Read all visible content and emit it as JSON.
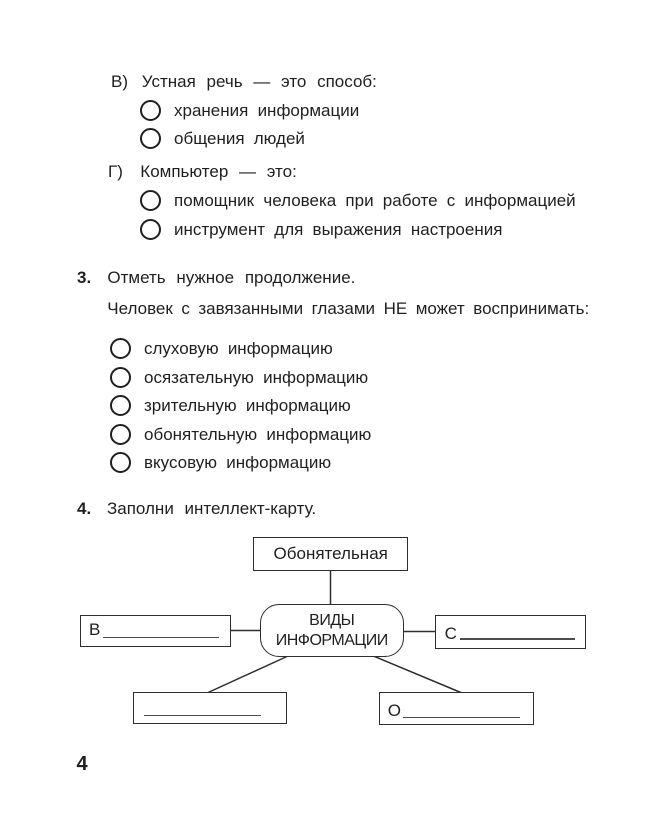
{
  "page": {
    "number": "4",
    "ink_color": "#1f1f1f",
    "background": "#ffffff"
  },
  "question_v": {
    "label": "В)",
    "prompt": "Устная речь — это способ:",
    "options": [
      "хранения информации",
      "общения людей"
    ]
  },
  "question_g": {
    "label": "Г)",
    "prompt": "Компьютер — это:",
    "options": [
      "помощник человека при работе с информацией",
      "инструмент для выражения настроения"
    ]
  },
  "question_3": {
    "number": "3.",
    "prompt": "Отметь нужное продолжение.",
    "subprompt": "Человек с завязанными глазами НЕ может воспринимать:",
    "options": [
      "слуховую информацию",
      "осязательную информацию",
      "зрительную информацию",
      "обонятельную информацию",
      "вкусовую информацию"
    ]
  },
  "question_4": {
    "number": "4.",
    "prompt": "Заполни интеллект-карту.",
    "mindmap": {
      "center": {
        "line1": "ВИДЫ",
        "line2": "ИНФОРМАЦИИ"
      },
      "top_box": {
        "label": "Обонятельная"
      },
      "left_box": {
        "prefix": "В"
      },
      "right_box": {
        "prefix": "С"
      },
      "bottom_left_box": {
        "prefix": ""
      },
      "bottom_right_box": {
        "prefix": "О"
      }
    }
  }
}
